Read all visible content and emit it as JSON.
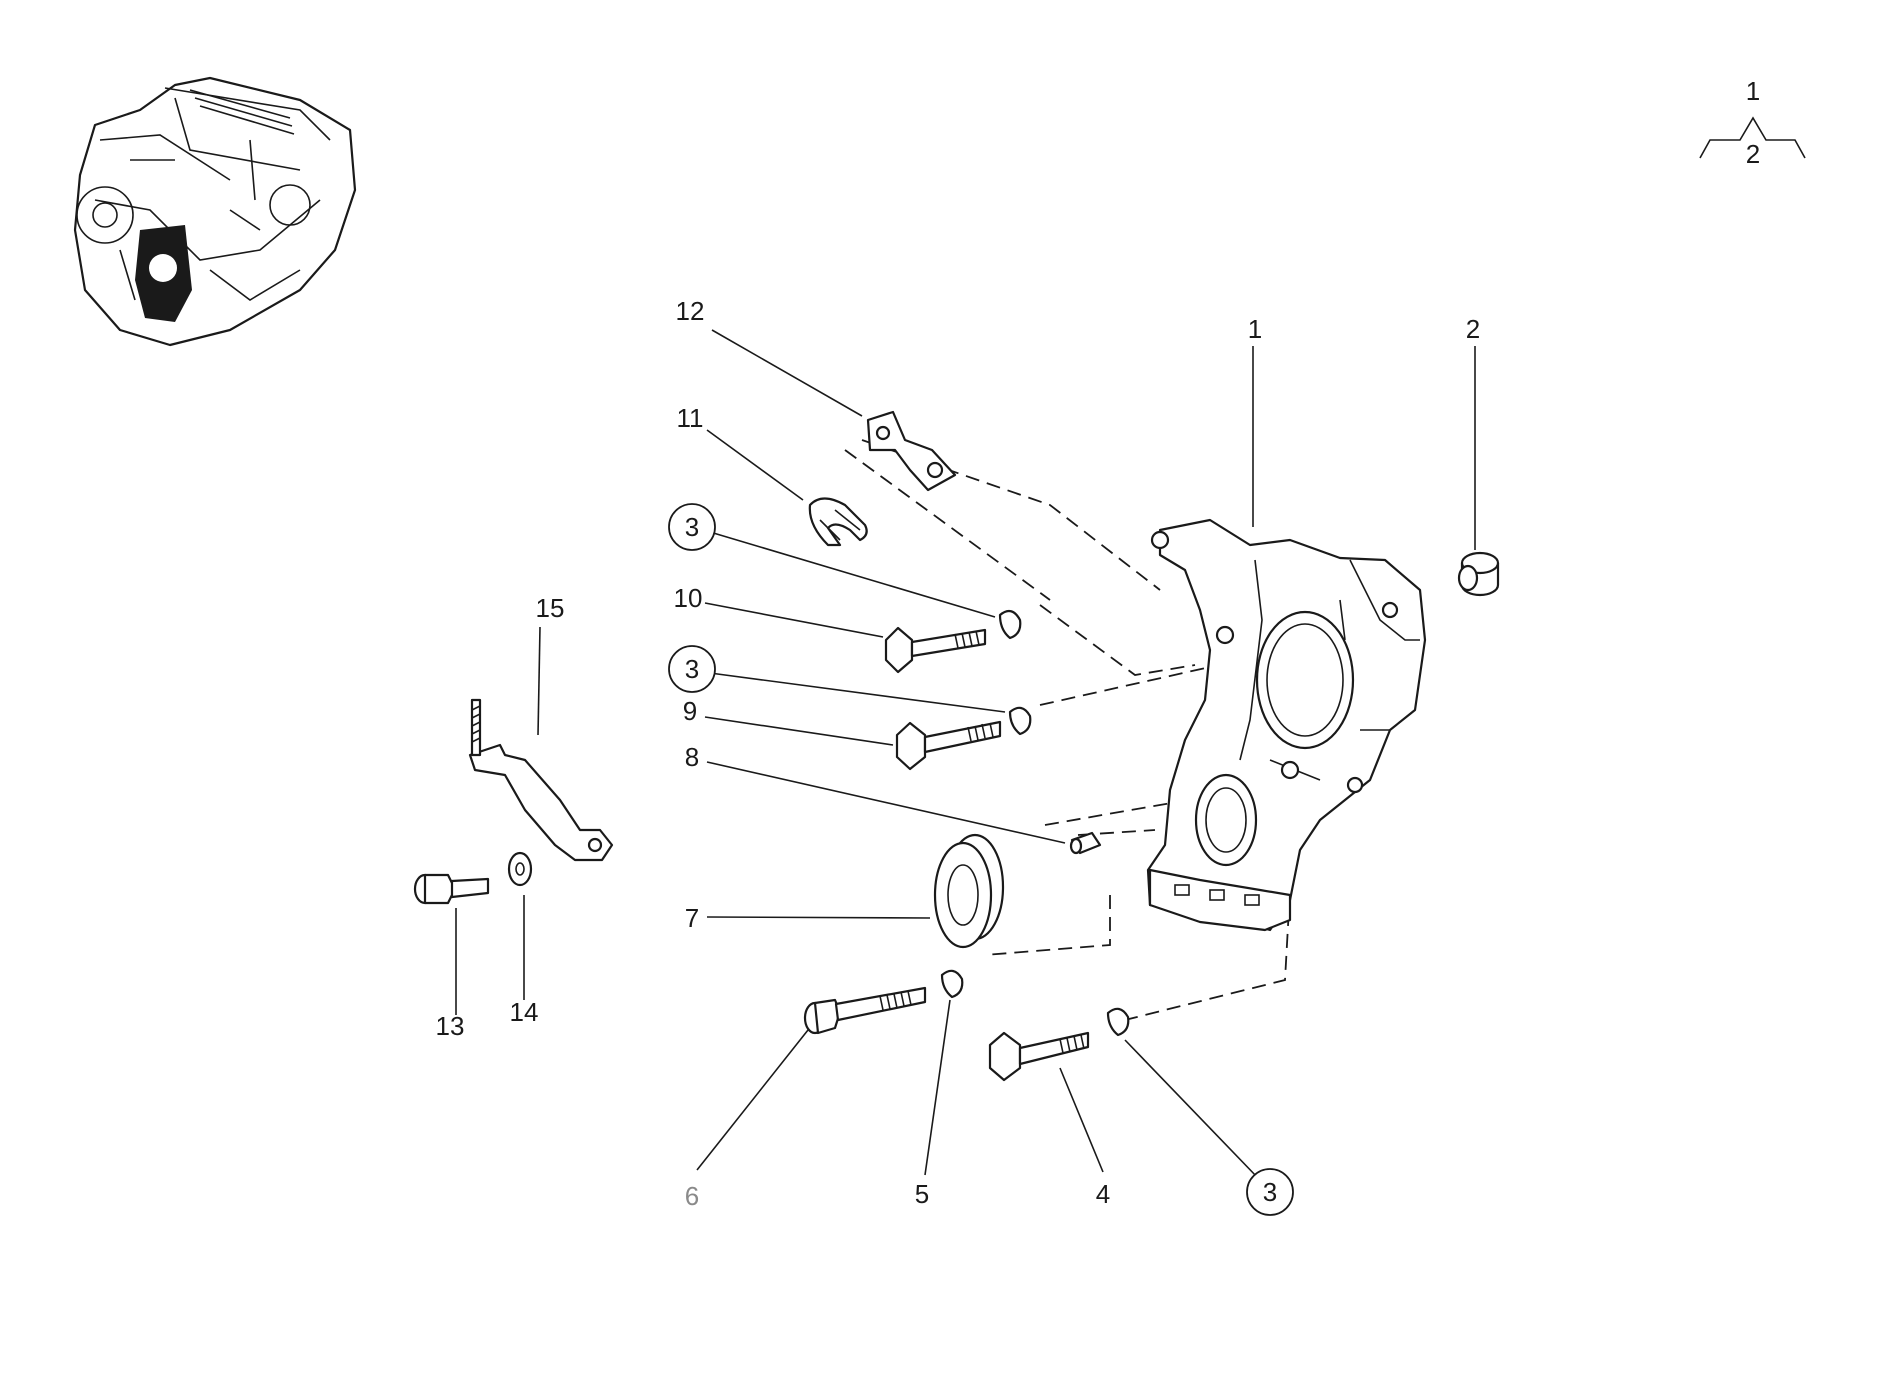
{
  "legend": {
    "top": "1",
    "bottom": "2"
  },
  "callouts": [
    {
      "id": "c12",
      "text": "12"
    },
    {
      "id": "c11",
      "text": "11"
    },
    {
      "id": "c3a",
      "text": "3"
    },
    {
      "id": "c10",
      "text": "10"
    },
    {
      "id": "c3b",
      "text": "3"
    },
    {
      "id": "c9",
      "text": "9"
    },
    {
      "id": "c8",
      "text": "8"
    },
    {
      "id": "c7",
      "text": "7"
    },
    {
      "id": "c15",
      "text": "15"
    },
    {
      "id": "c13",
      "text": "13"
    },
    {
      "id": "c14",
      "text": "14"
    },
    {
      "id": "c6",
      "text": "6"
    },
    {
      "id": "c5",
      "text": "5"
    },
    {
      "id": "c4",
      "text": "4"
    },
    {
      "id": "c3c",
      "text": "3"
    },
    {
      "id": "c1",
      "text": "1"
    },
    {
      "id": "c2",
      "text": "2"
    }
  ]
}
